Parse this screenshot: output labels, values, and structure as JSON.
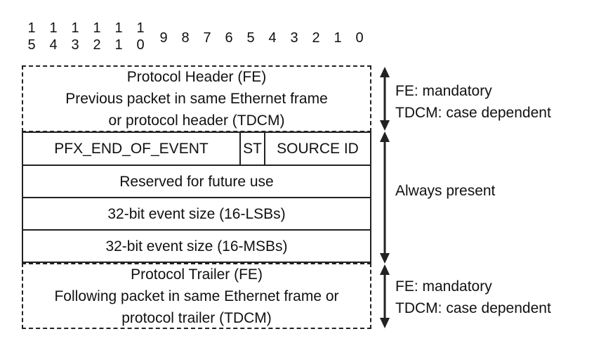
{
  "bit_numbers": [
    [
      "1",
      "5"
    ],
    [
      "1",
      "4"
    ],
    [
      "1",
      "3"
    ],
    [
      "1",
      "2"
    ],
    [
      "1",
      "1"
    ],
    [
      "1",
      "0"
    ],
    [
      "9"
    ],
    [
      "8"
    ],
    [
      "7"
    ],
    [
      "6"
    ],
    [
      "5"
    ],
    [
      "4"
    ],
    [
      "3"
    ],
    [
      "2"
    ],
    [
      "1"
    ],
    [
      "0"
    ]
  ],
  "header": {
    "line1": "Protocol Header (FE)",
    "line2": "Previous packet in same Ethernet frame",
    "line3": "or protocol header (TDCM)"
  },
  "row1": {
    "field1": "PFX_END_OF_EVENT",
    "field2": "ST",
    "field3": "SOURCE ID"
  },
  "row2": "Reserved for future use",
  "row3": "32-bit event size (16-LSBs)",
  "row4": "32-bit event size (16-MSBs)",
  "trailer": {
    "line1": "Protocol Trailer (FE)",
    "line2": "Following packet in same Ethernet frame or",
    "line3": "protocol trailer (TDCM)"
  },
  "notes": {
    "header_line1": "FE: mandatory",
    "header_line2": "TDCM: case dependent",
    "middle": "Always present",
    "trailer_line1": "FE: mandatory",
    "trailer_line2": "TDCM: case dependent"
  },
  "colors": {
    "ink": "#222222",
    "background": "#ffffff"
  }
}
